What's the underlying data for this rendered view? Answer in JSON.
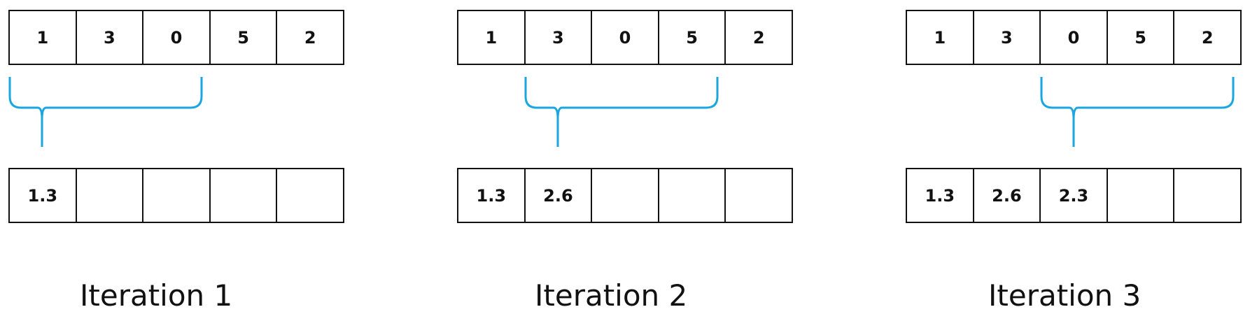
{
  "brace_color": "#1aa6de",
  "iterations": [
    {
      "caption": "Iteration 1",
      "input": [
        "1",
        "3",
        "0",
        "5",
        "2"
      ],
      "output": [
        "1.3",
        "",
        "",
        "",
        ""
      ],
      "window_start": 0
    },
    {
      "caption": "Iteration 2",
      "input": [
        "1",
        "3",
        "0",
        "5",
        "2"
      ],
      "output": [
        "1.3",
        "2.6",
        "",
        "",
        ""
      ],
      "window_start": 1
    },
    {
      "caption": "Iteration 3",
      "input": [
        "1",
        "3",
        "0",
        "5",
        "2"
      ],
      "output": [
        "1.3",
        "2.6",
        "2.3",
        "",
        ""
      ],
      "window_start": 2
    }
  ],
  "window_size": 3
}
